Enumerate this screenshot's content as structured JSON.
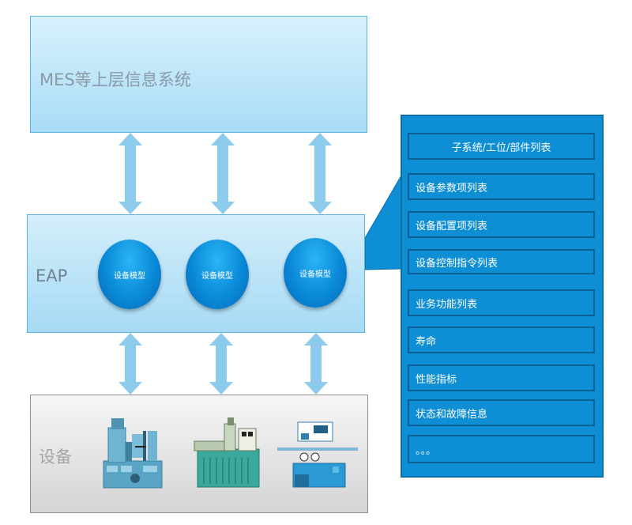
{
  "mes": {
    "label": "MES等上层信息系统"
  },
  "eap": {
    "label": "EAP",
    "models": [
      {
        "label": "设备模型"
      },
      {
        "label": "设备模型"
      },
      {
        "label": "设备模型"
      }
    ]
  },
  "equipment": {
    "label": "设备"
  },
  "panel": {
    "items": [
      {
        "label": "子系统/工位/部件列表"
      },
      {
        "label": "设备参数项列表"
      },
      {
        "label": "设备配置项列表"
      },
      {
        "label": "设备控制指令列表"
      },
      {
        "label": "业务功能列表"
      },
      {
        "label": "寿命"
      },
      {
        "label": "性能指标"
      },
      {
        "label": "状态和故障信息"
      },
      {
        "label": "。。。"
      }
    ]
  },
  "colors": {
    "arrow": "#8ccbec",
    "panel": "#0e8ed4",
    "model": "#0a8ad8"
  }
}
